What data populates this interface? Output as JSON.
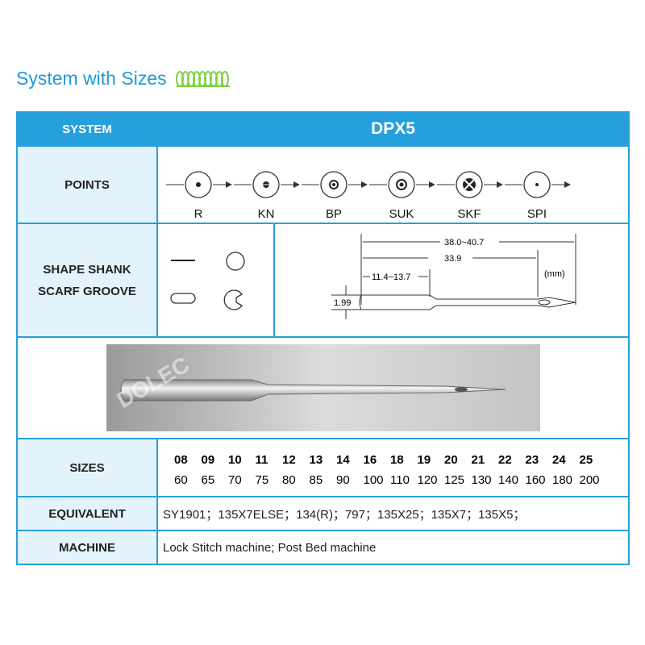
{
  "heading": "System with Sizes",
  "colors": {
    "accent": "#24a0dc",
    "label_bg": "#e3f3fb",
    "coil": "#7cd13c"
  },
  "watermark": "DOLEC",
  "table": {
    "system_label": "SYSTEM",
    "system_value": "DPX5",
    "points_label": "POINTS",
    "points": [
      "R",
      "KN",
      "BP",
      "SUK",
      "SKF",
      "SPI"
    ],
    "shape_label_1": "SHAPE SHANK",
    "shape_label_2": "SCARF GROOVE",
    "dims": {
      "total": "38.0~40.7",
      "eye": "33.9",
      "shank": "11.4~13.7",
      "diameter": "1.99",
      "unit": "(mm)"
    },
    "sizes_label": "SIZES",
    "sizes_us": [
      "08",
      "09",
      "10",
      "11",
      "12",
      "13",
      "14",
      "16",
      "18",
      "19",
      "20",
      "21",
      "22",
      "23",
      "24",
      "25"
    ],
    "sizes_nm": [
      "60",
      "65",
      "70",
      "75",
      "80",
      "85",
      "90",
      "100",
      "110",
      "120",
      "125",
      "130",
      "140",
      "160",
      "180",
      "200"
    ],
    "equivalent_label": "EQUIVALENT",
    "equivalent": "SY1901；135X7ELSE；134(R)；797；135X25；135X7；135X5；",
    "machine_label": "MACHINE",
    "machine": "Lock Stitch machine; Post Bed machine"
  }
}
